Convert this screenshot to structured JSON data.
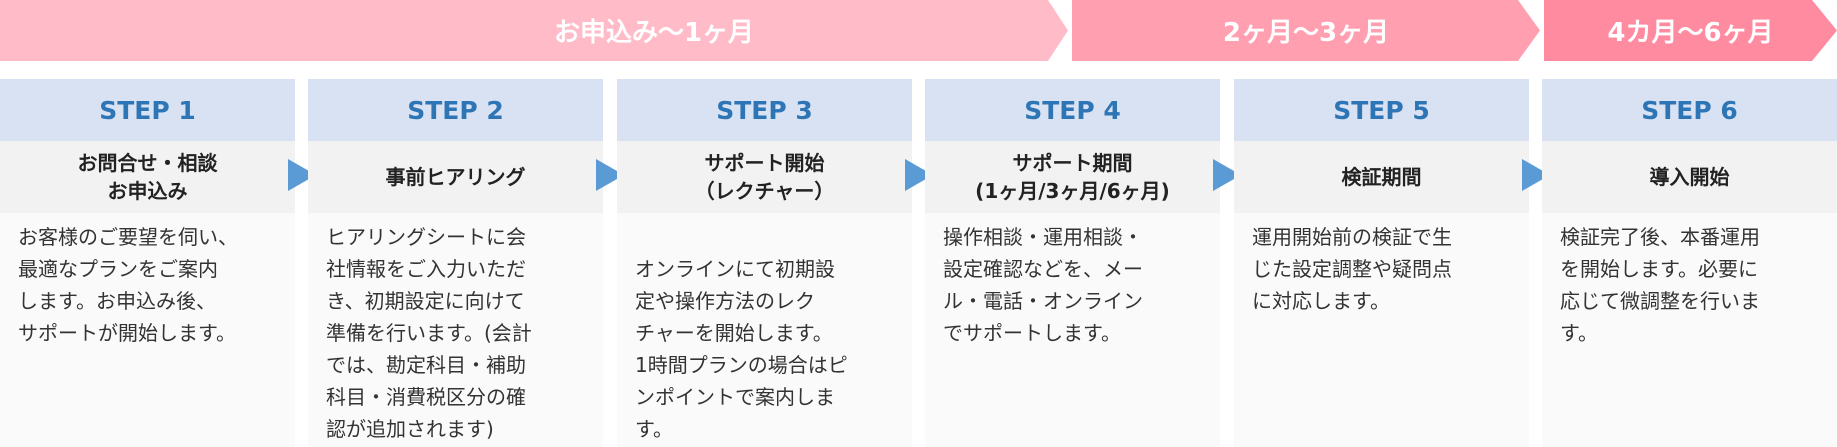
{
  "phases": [
    {
      "label": "お申込み〜1ヶ月",
      "color": "#ffbcc8"
    },
    {
      "label": "2ヶ月〜3ヶ月",
      "color": "#ff9fb0"
    },
    {
      "label": "4カ月〜6ヶ月",
      "color": "#ff8ba1"
    }
  ],
  "steps": [
    {
      "step": "STEP 1",
      "title": [
        "お問合せ・相談",
        "お申込み"
      ],
      "body": [
        "お客様のご要望を伺い、",
        "最適なプランをご案内",
        "します。お申込み後、",
        "サポートが開始します。"
      ]
    },
    {
      "step": "STEP 2",
      "title": [
        "事前ヒアリング"
      ],
      "body": [
        "ヒアリングシートに会",
        "社情報をご入力いただ",
        "き、初期設定に向けて",
        "準備を行います。(会計",
        "では、勘定科目・補助",
        "科目・消費税区分の確",
        "認が追加されます)"
      ]
    },
    {
      "step": "STEP 3",
      "title": [
        "サポート開始",
        "（レクチャー）"
      ],
      "body": [
        "",
        "オンラインにて初期設",
        "定や操作方法のレク",
        "チャーを開始します。",
        "1時間プランの場合はピ",
        "ンポイントで案内しま",
        "す。"
      ]
    },
    {
      "step": "STEP 4",
      "title": [
        "サポート期間",
        "(1ヶ月/3ヶ月/6ヶ月)"
      ],
      "body": [
        "操作相談・運用相談・",
        "設定確認などを、メー",
        "ル・電話・オンライン",
        "でサポートします。"
      ]
    },
    {
      "step": "STEP 5",
      "title": [
        "検証期間"
      ],
      "body": [
        "運用開始前の検証で生",
        "じた設定調整や疑問点",
        "に対応します。"
      ]
    },
    {
      "step": "STEP 6",
      "title": [
        "導入開始"
      ],
      "body": [
        "検証完了後、本番運用",
        "を開始します。必要に",
        "応じて微調整を行いま",
        "す。"
      ]
    }
  ],
  "colors": {
    "header_bg": "#d9e2f3",
    "step_text": "#2e75b6",
    "arrow": "#5b9bd5"
  }
}
